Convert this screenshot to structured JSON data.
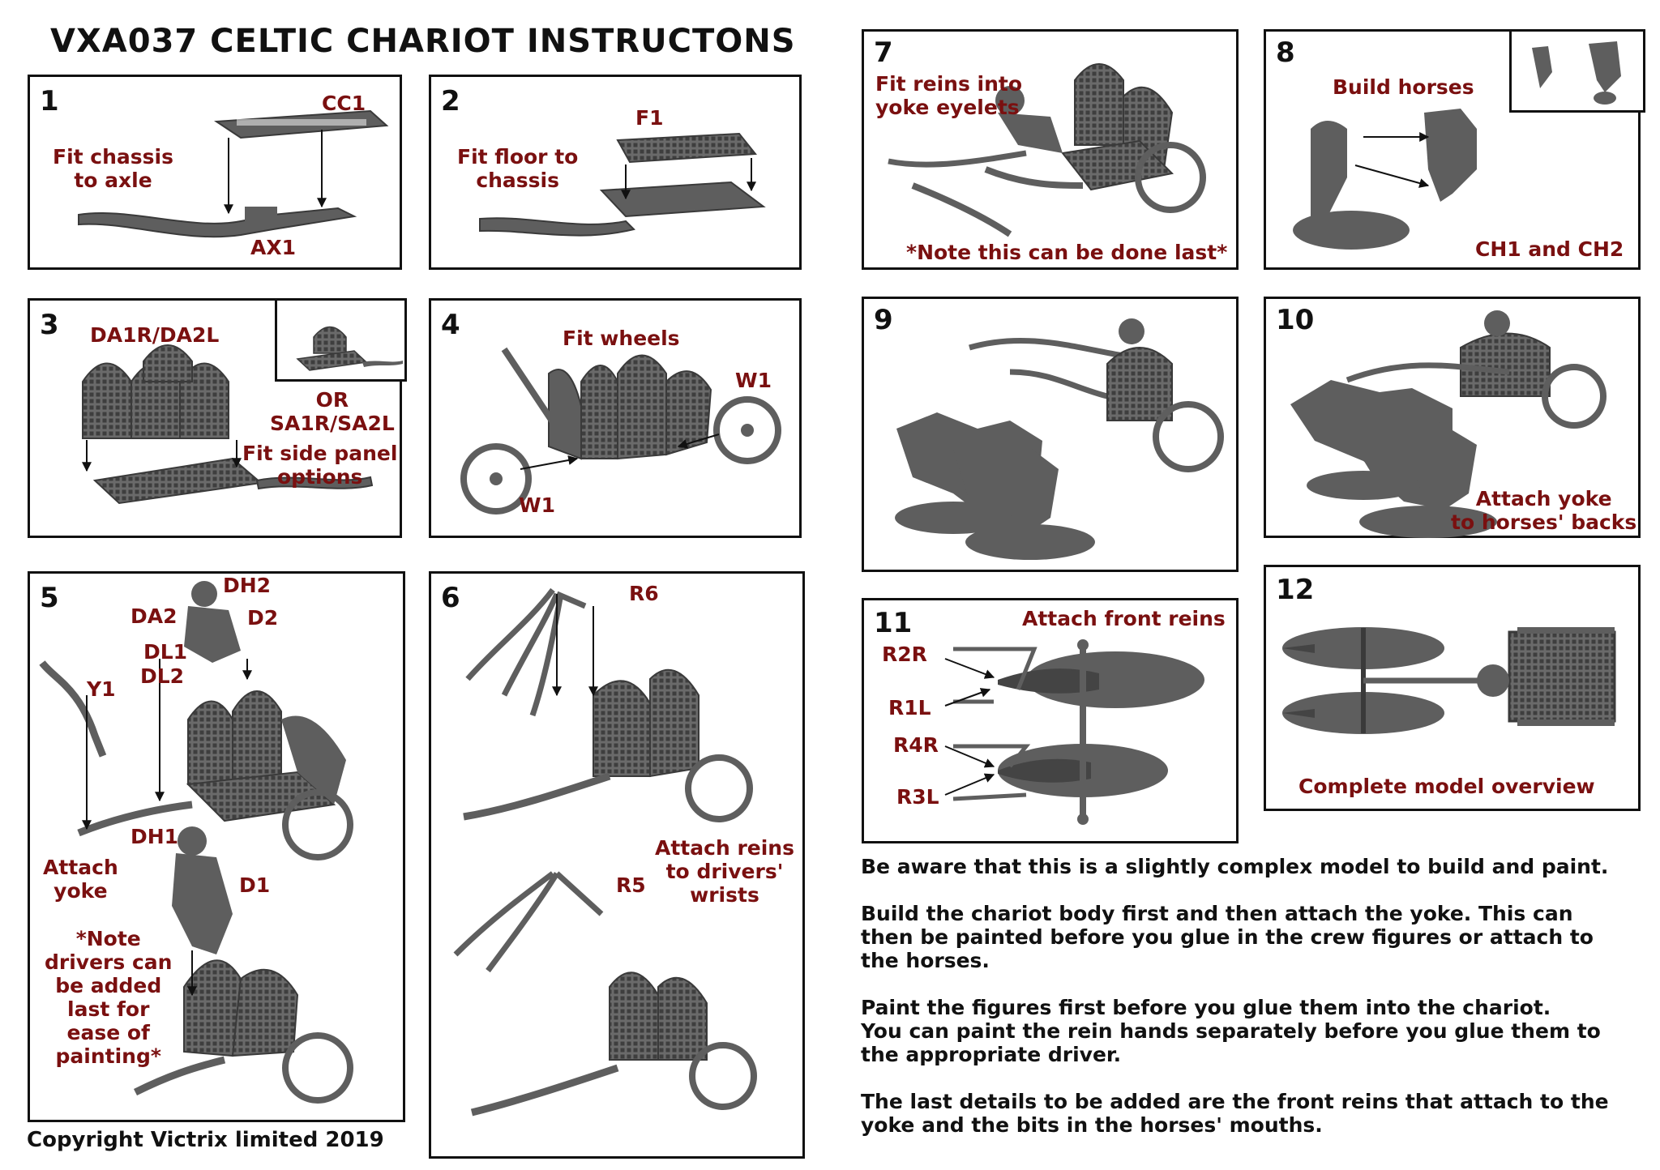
{
  "title": "VXA037 CELTIC CHARIOT INSTRUCTONS",
  "colors": {
    "label": "#7a1010",
    "model": "#5e5e5e",
    "border": "#111111"
  },
  "steps": [
    {
      "number": "1",
      "instruction": "Fit chassis\nto axle",
      "parts": [
        "CC1",
        "AX1"
      ]
    },
    {
      "number": "2",
      "instruction": "Fit floor to\nchassis",
      "parts": [
        "F1"
      ]
    },
    {
      "number": "3",
      "instruction": "Fit side panel\noptions",
      "parts": [
        "DA1R/DA2L",
        "OR\nSA1R/SA2L"
      ]
    },
    {
      "number": "4",
      "instruction": "Fit wheels",
      "parts": [
        "W1",
        "W1"
      ]
    },
    {
      "number": "5",
      "instruction": "Attach\nyoke",
      "parts": [
        "DH2",
        "DA2",
        "D2",
        "DL1",
        "DL2",
        "Y1",
        "DH1",
        "D1"
      ],
      "note": "*Note\ndrivers can\nbe added\nlast for\nease of\npainting*"
    },
    {
      "number": "6",
      "instruction": "Attach reins\nto drivers'\nwrists",
      "parts": [
        "R6",
        "R5"
      ]
    },
    {
      "number": "7",
      "instruction": "Fit reins into\nyoke eyelets",
      "note": "*Note this can be done last*"
    },
    {
      "number": "8",
      "instruction": "Build horses",
      "parts": [
        "CH1 and CH2"
      ]
    },
    {
      "number": "9"
    },
    {
      "number": "10",
      "instruction": "Attach yoke\nto horses' backs"
    },
    {
      "number": "11",
      "instruction": "Attach front reins",
      "parts": [
        "R2R",
        "R1L",
        "R4R",
        "R3L"
      ]
    },
    {
      "number": "12",
      "instruction": "Complete model overview"
    }
  ],
  "notes": [
    "Be aware that this is a slightly complex model to build and paint.",
    "Build the chariot body first and then attach the yoke. This can\nthen be painted before you glue in the crew figures or attach to\nthe horses.",
    "Paint the figures first before you glue them into the chariot.\nYou can paint the rein hands separately before you glue them to\nthe appropriate driver.",
    "The last details to be added are the front reins that attach to the\nyoke and the bits in the horses' mouths."
  ],
  "copyright": "Copyright Victrix limited 2019"
}
